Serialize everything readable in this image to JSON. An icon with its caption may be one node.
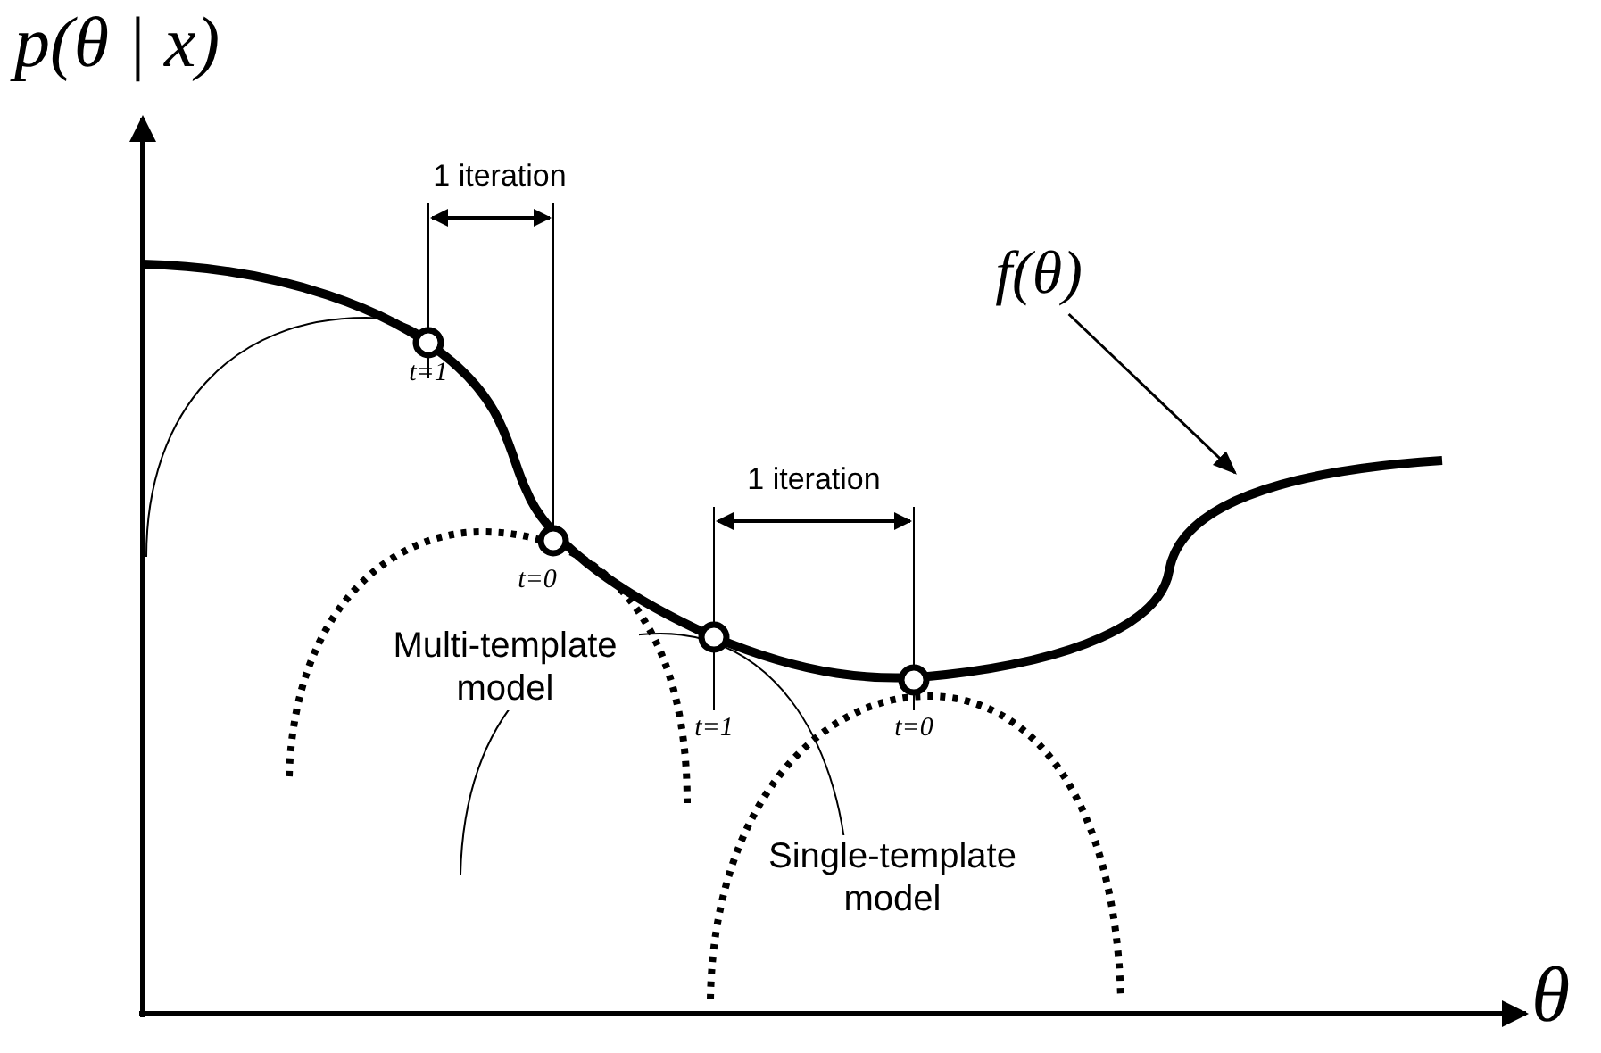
{
  "diagram": {
    "nodes": [
      {
        "text": [
          "f(θ)"
        ]
      },
      {
        "text": [],
        "shape": "curve"
      }
    ],
    "edges": [
      {
        "from": 0,
        "to": 1,
        "arrow": "to"
      }
    ],
    "labels": [
      "p(θ | x)",
      "1 iteration",
      "t=1",
      "1 iteration",
      "t=0",
      "Multi-template model",
      "t=1",
      "t=0",
      "Single-template model",
      "θ"
    ]
  }
}
